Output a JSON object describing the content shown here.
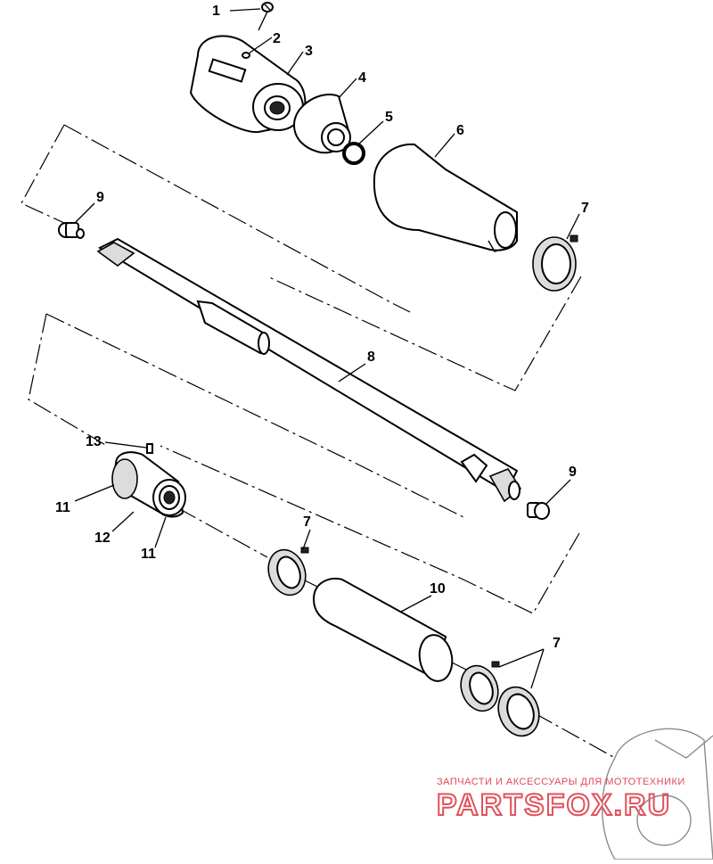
{
  "diagram": {
    "callouts": [
      {
        "id": "c1",
        "label": "1"
      },
      {
        "id": "c2",
        "label": "2"
      },
      {
        "id": "c3",
        "label": "3"
      },
      {
        "id": "c4",
        "label": "4"
      },
      {
        "id": "c5",
        "label": "5"
      },
      {
        "id": "c6",
        "label": "6"
      },
      {
        "id": "c7a",
        "label": "7"
      },
      {
        "id": "c8",
        "label": "8"
      },
      {
        "id": "c9a",
        "label": "9"
      },
      {
        "id": "c9b",
        "label": "9"
      },
      {
        "id": "c7b",
        "label": "7"
      },
      {
        "id": "c10",
        "label": "10"
      },
      {
        "id": "c7c",
        "label": "7"
      },
      {
        "id": "c11a",
        "label": "11"
      },
      {
        "id": "c11b",
        "label": "11"
      },
      {
        "id": "c12",
        "label": "12"
      },
      {
        "id": "c13",
        "label": "13"
      }
    ]
  },
  "watermark": {
    "tagline": "ЗАПЧАСТИ И АКСЕССУАРЫ ДЛЯ МОТОТЕХНИКИ",
    "brand": "PARTSFOX.RU"
  }
}
